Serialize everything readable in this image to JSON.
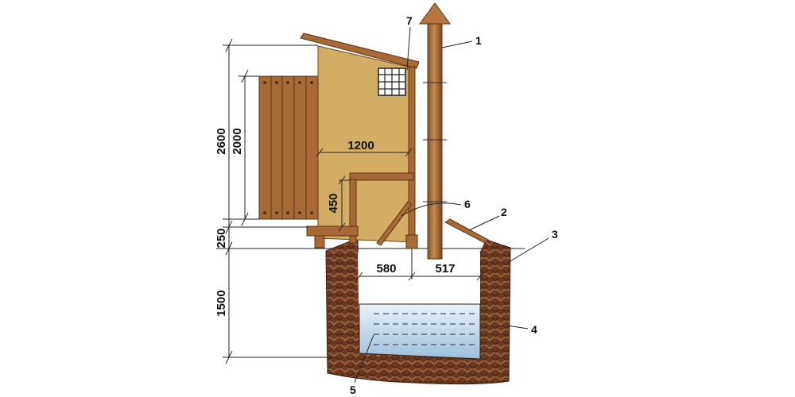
{
  "dimensions": {
    "overall_height": "2600",
    "door_height": "2000",
    "inner_width": "1200",
    "seat_height": "450",
    "floor_step": "250",
    "pit_depth": "1500",
    "pit_left_width": "580",
    "pit_right_width": "517"
  },
  "callouts": [
    "1",
    "2",
    "3",
    "4",
    "5",
    "6",
    "7"
  ],
  "colors": {
    "wall": "#d2ad63",
    "wood": "#a86a34",
    "wood_dark": "#7b4a24",
    "soil": "#6b3a20",
    "water": "#bfd7ea",
    "line": "#222222"
  }
}
